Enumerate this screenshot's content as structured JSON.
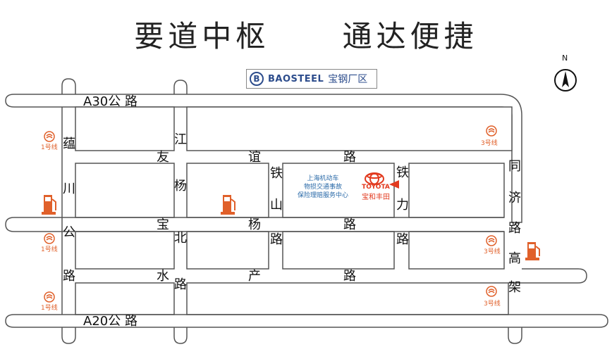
{
  "title": [
    "要道中枢",
    "通达便捷"
  ],
  "compass": {
    "letter": "N"
  },
  "landmark": {
    "brand": "BAOSTEEL",
    "name": "宝钢厂区"
  },
  "dealer": {
    "info_lines": [
      "上海机动车",
      "物损交通事故",
      "保险理赔服务中心"
    ],
    "brand": "TOYOTA",
    "brand_cn": "宝和丰田"
  },
  "roads": {
    "a30": "A30公 路",
    "a20": "A20公 路",
    "jiang": "江",
    "yang1": "杨",
    "bei": "北",
    "lu_jiangyangbei": "路",
    "you": "友",
    "yi": "谊",
    "lu_youyi": "路",
    "tie1": "铁",
    "shan": "山",
    "lu_tieshan": "路",
    "tie2": "铁",
    "li": "力",
    "lu_tieli": "路",
    "tong": "同",
    "ji": "济",
    "lu_tongji": "路",
    "gao": "高",
    "jia": "架",
    "yun": "蕴",
    "chuan": "川",
    "gong": "公",
    "lu_yunchuan": "路",
    "bao": "宝",
    "yang2": "杨",
    "lu_baoyang": "路",
    "shui": "水",
    "chan": "产",
    "lu_shuichan": "路"
  },
  "metro": [
    {
      "label": "1号线"
    },
    {
      "label": "1号线"
    },
    {
      "label": "1号线"
    },
    {
      "label": "3号线"
    },
    {
      "label": "3号线"
    },
    {
      "label": "3号线"
    }
  ],
  "colors": {
    "road_outline": "#555555",
    "metro": "#e0602a",
    "fuel": "#e0602a",
    "toyota": "#e23a1f",
    "dealer_text": "#2a6aa8"
  },
  "icons": {
    "metro": "metro-icon",
    "fuel": "fuel-station-icon",
    "compass": "north-arrow-icon",
    "location": "location-arrow-icon"
  }
}
